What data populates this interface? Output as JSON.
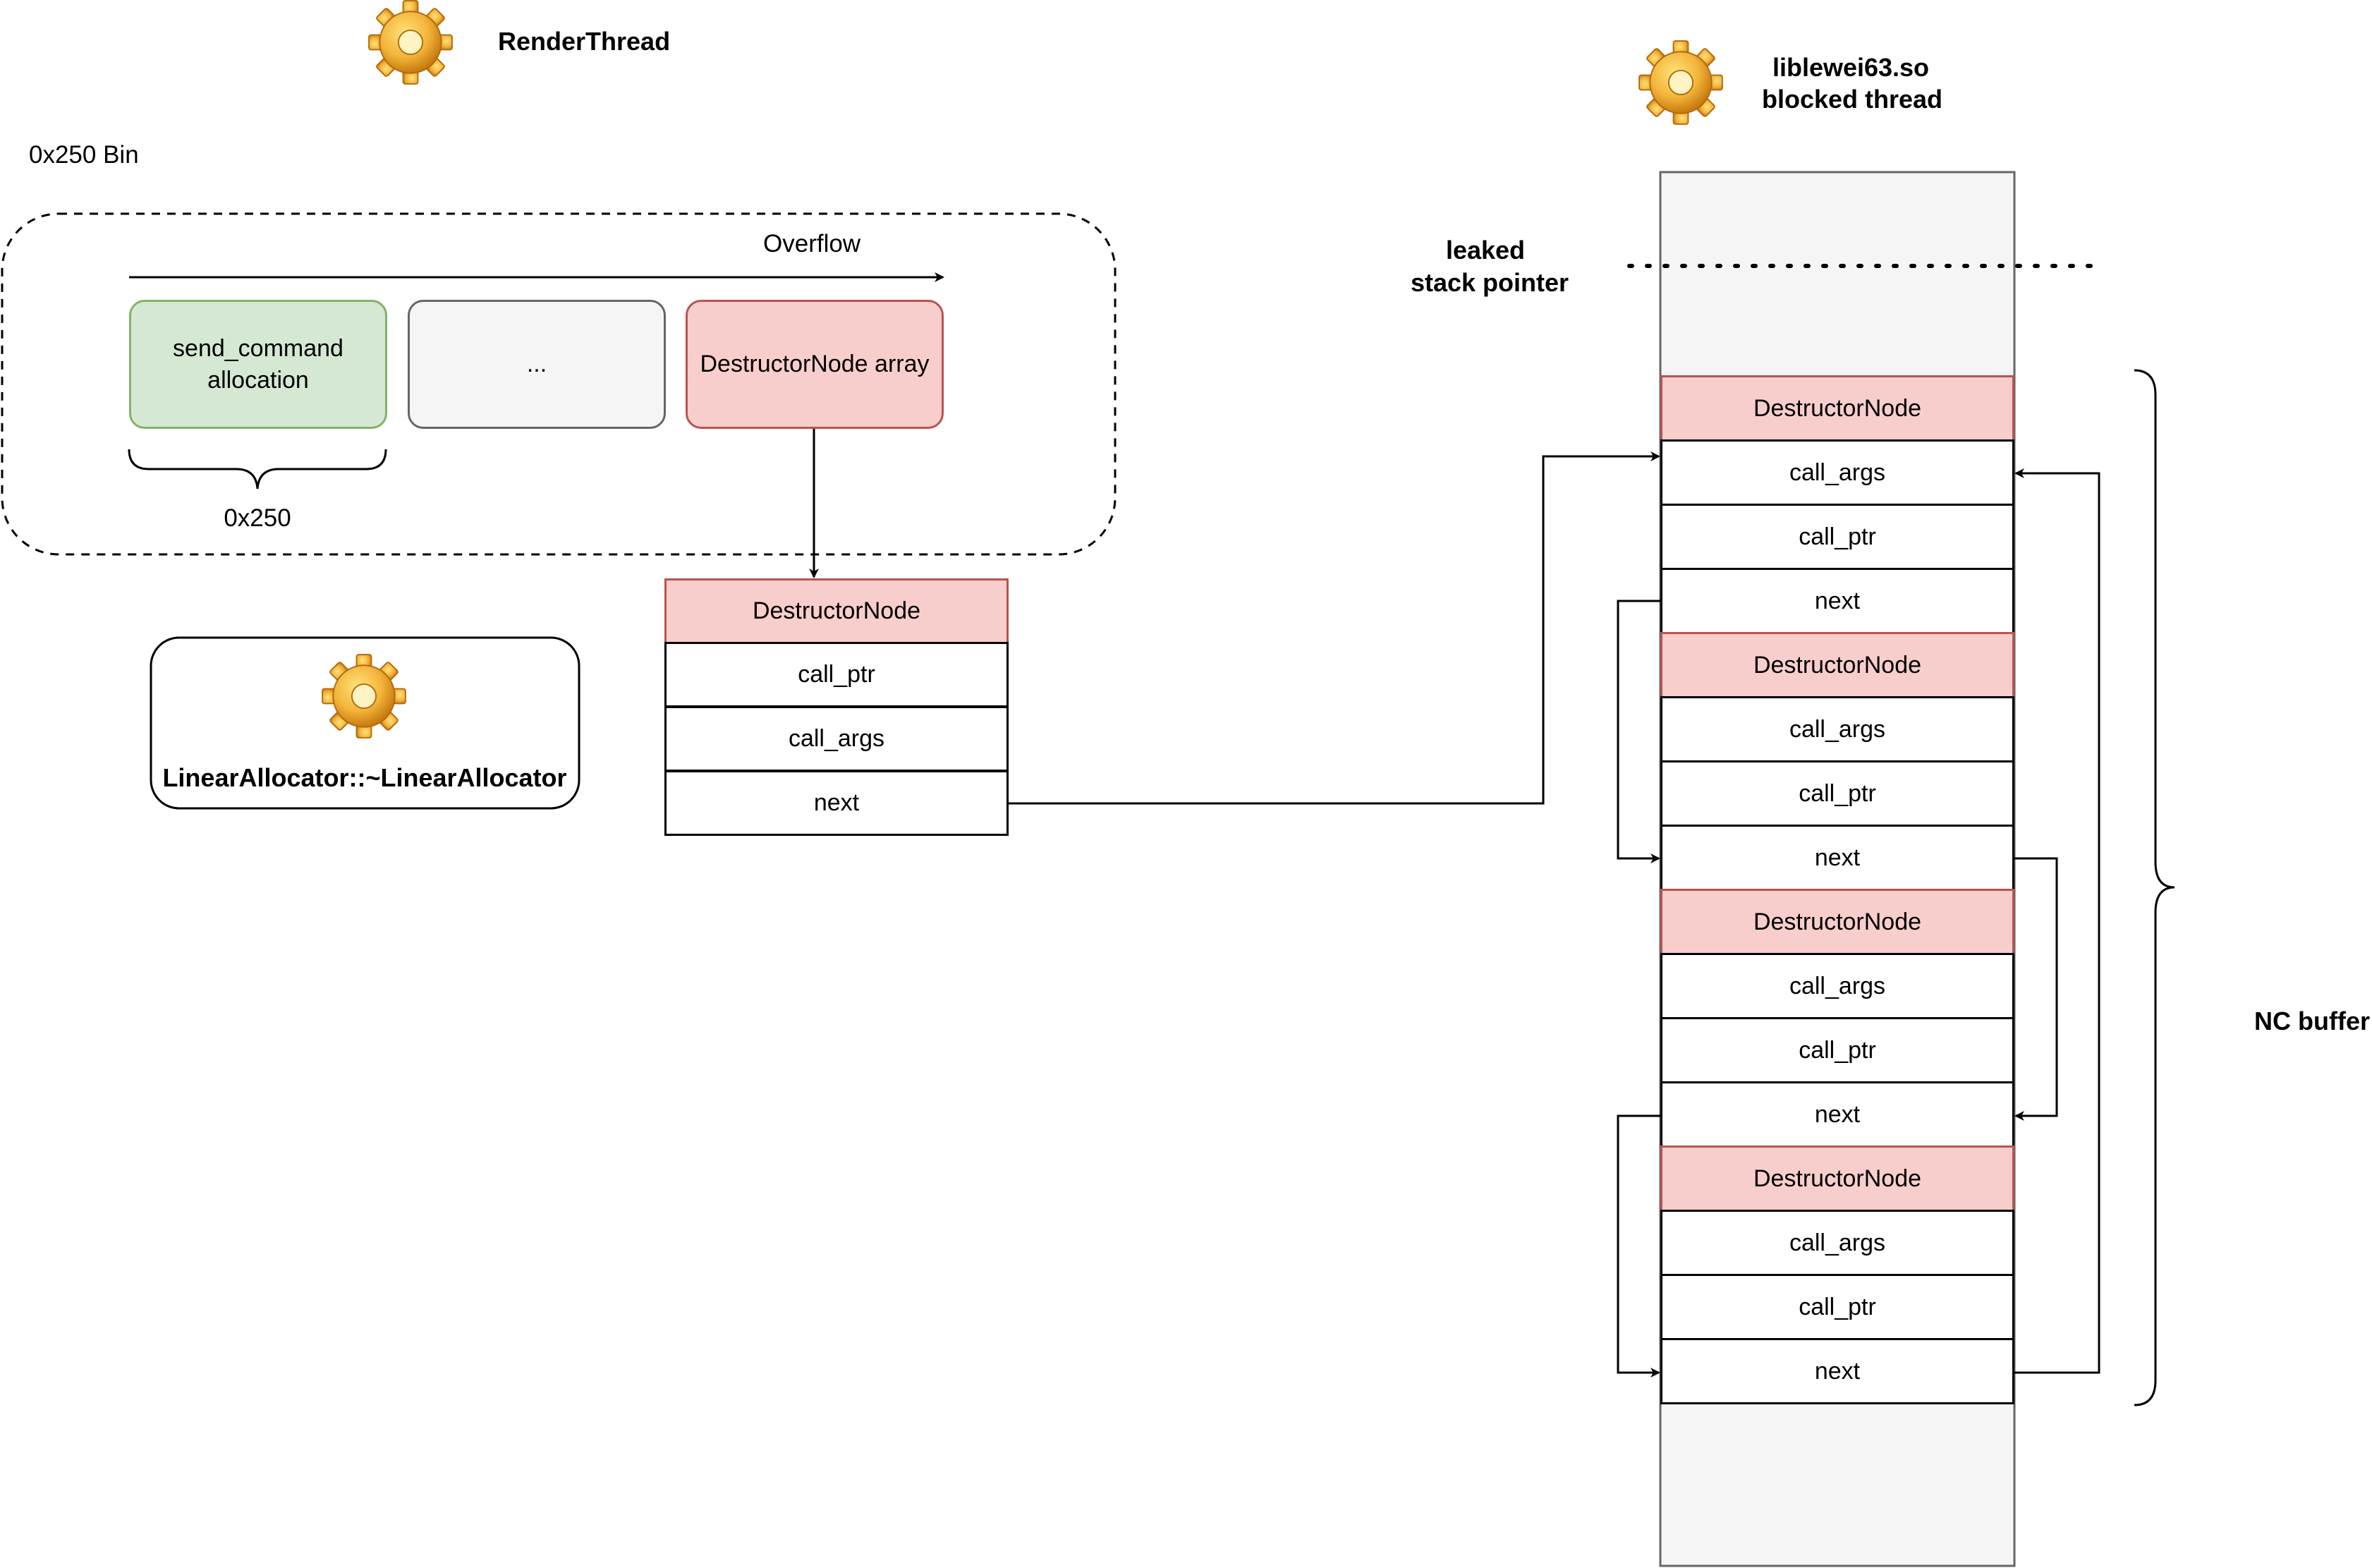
{
  "render_thread": {
    "title": "RenderThread"
  },
  "bin": {
    "label": "0x250 Bin",
    "overflow_label": "Overflow",
    "blocks": [
      {
        "text": "send_command\nallocation"
      },
      {
        "text": "..."
      },
      {
        "text": "DestructorNode array"
      }
    ],
    "size_label": "0x250"
  },
  "allocator": {
    "label": "LinearAllocator::~LinearAllocator"
  },
  "local_node": {
    "fields": [
      "DestructorNode",
      "call_ptr",
      "call_args",
      "next"
    ]
  },
  "blocked_thread": {
    "title_line1": "liblewei63.so",
    "title_line2": "blocked thread"
  },
  "leaked": {
    "line1": "leaked",
    "line2": "stack pointer"
  },
  "nc_buffer": {
    "label": "NC buffer",
    "nodes": [
      {
        "fields": [
          "DestructorNode",
          "call_args",
          "call_ptr",
          "next"
        ]
      },
      {
        "fields": [
          "DestructorNode",
          "call_args",
          "call_ptr",
          "next"
        ]
      },
      {
        "fields": [
          "DestructorNode",
          "call_args",
          "call_ptr",
          "next"
        ]
      },
      {
        "fields": [
          "DestructorNode",
          "call_args",
          "call_ptr",
          "next"
        ]
      }
    ]
  },
  "colors": {
    "green_fill": "#d5e8d4",
    "green_stroke": "#82b366",
    "gray_fill": "#f5f5f5",
    "gray_stroke": "#666666",
    "pink_fill": "#f8cecc",
    "pink_stroke": "#b85450",
    "gear": "#f0b429"
  }
}
